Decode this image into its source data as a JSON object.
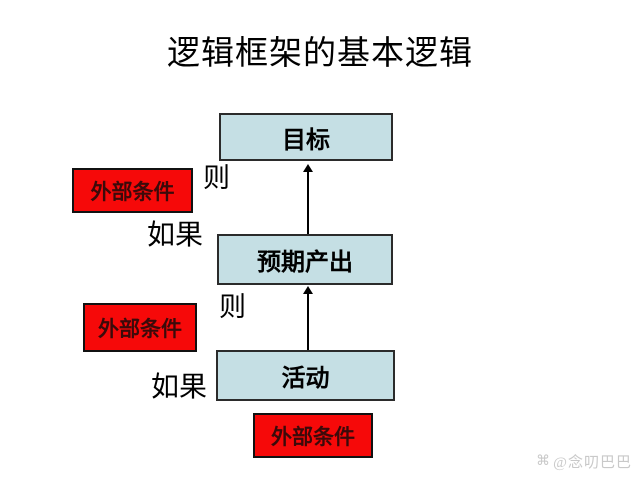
{
  "page": {
    "background": "#ffffff"
  },
  "title": "逻辑框架的基本逻辑",
  "colors": {
    "blue_box_fill": "#c5dfe4",
    "blue_box_border": "#2b2b2b",
    "red_box_fill": "#f60909",
    "red_box_border": "#111111",
    "red_box_text": "#3b0a0a",
    "text": "#000000",
    "watermark": "#c9c9c9"
  },
  "diagram": {
    "blue_boxes": [
      {
        "label": "目标"
      },
      {
        "label": "预期产出"
      },
      {
        "label": "活动"
      }
    ],
    "red_boxes": [
      {
        "label": "外部条件"
      },
      {
        "label": "外部条件"
      },
      {
        "label": "外部条件"
      }
    ],
    "connector_labels": {
      "then_1": "则",
      "if_1": "如果",
      "then_2": "则",
      "if_2": "如果"
    },
    "arrows": [
      {
        "from": "活动",
        "to": "预期产出",
        "direction": "up"
      },
      {
        "from": "预期产出",
        "to": "目标",
        "direction": "up"
      }
    ]
  },
  "watermark": {
    "logo": "⌘",
    "text": "@念叨巴巴"
  }
}
